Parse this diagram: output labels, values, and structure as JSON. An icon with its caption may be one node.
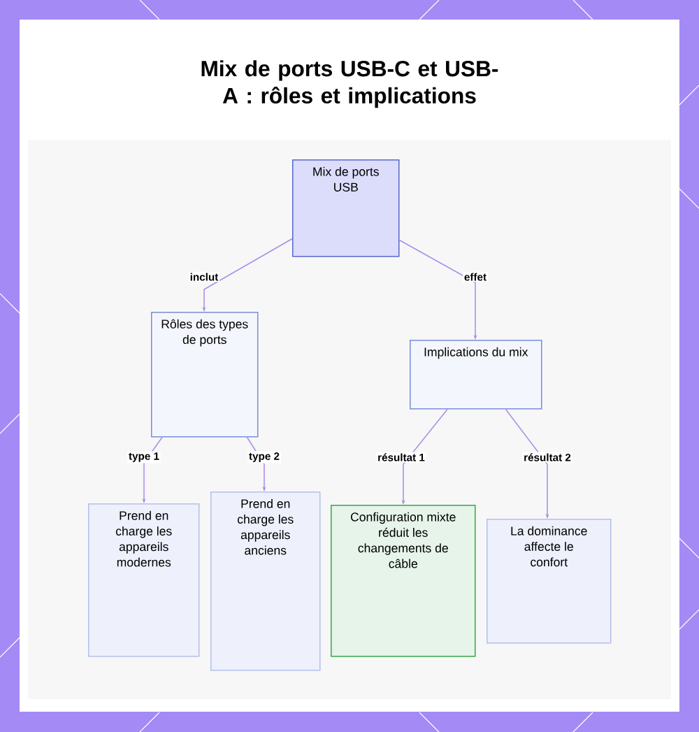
{
  "diagram": {
    "title": "Mix de ports USB-C et USB-A : rôles et implications",
    "nodes": [
      {
        "text": [
          "Mix de ports USB"
        ]
      },
      {
        "text": [
          "Rôles des types de ports"
        ]
      },
      {
        "text": [
          "Implications du mix"
        ]
      },
      {
        "text": [
          "Prend en charge les appareils modernes"
        ]
      },
      {
        "text": [
          "Prend en charge les appareils anciens"
        ]
      },
      {
        "text": [
          "Configuration mixte réduit les changements de câble"
        ]
      },
      {
        "text": [
          "La dominance affecte le confort"
        ]
      }
    ],
    "edges": [
      {
        "from": 0,
        "to": 1,
        "arrow": "to",
        "label": "inclut"
      },
      {
        "from": 0,
        "to": 2,
        "arrow": "to",
        "label": "effet"
      },
      {
        "from": 1,
        "to": 3,
        "arrow": "to",
        "label": "type 1"
      },
      {
        "from": 1,
        "to": 4,
        "arrow": "to",
        "label": "type 2"
      },
      {
        "from": 2,
        "to": 5,
        "arrow": "to",
        "label": "résultat 1"
      },
      {
        "from": 2,
        "to": 6,
        "arrow": "to",
        "label": "résultat 2"
      }
    ]
  }
}
